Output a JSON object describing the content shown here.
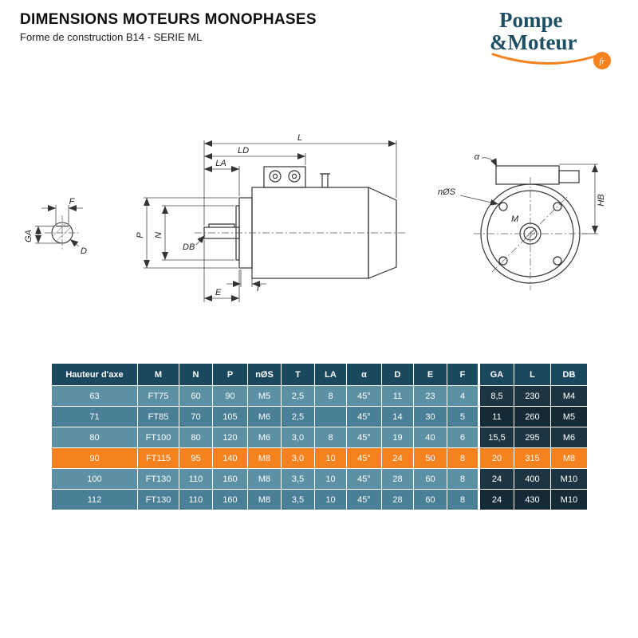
{
  "header": {
    "title": "DIMENSIONS MOTEURS MONOPHASES",
    "subtitle": "Forme de construction B14 - SERIE ML"
  },
  "logo": {
    "line1": "Pompe",
    "line2": "&Moteur",
    "badge": "fr"
  },
  "colors": {
    "accent": "#f5821f",
    "brand_teal": "#1d4e63"
  },
  "diagram": {
    "left_view": {
      "f": "F",
      "ga": "GA",
      "d": "D"
    },
    "side_view": {
      "l": "L",
      "ld": "LD",
      "la": "LA",
      "p": "P",
      "n": "N",
      "db": "DB",
      "t": "T",
      "e": "E"
    },
    "front_view": {
      "alpha": "α",
      "nos": "nØS",
      "m": "M",
      "hb": "HB"
    }
  },
  "table": {
    "headers": [
      "Hauteur d'axe",
      "M",
      "N",
      "P",
      "nØS",
      "T",
      "LA",
      "α",
      "D",
      "E",
      "F",
      "GA",
      "L",
      "DB"
    ],
    "rows": [
      [
        "63",
        "FT75",
        "60",
        "90",
        "M5",
        "2,5",
        "8",
        "45°",
        "11",
        "23",
        "4",
        "8,5",
        "230",
        "M4"
      ],
      [
        "71",
        "FT85",
        "70",
        "105",
        "M6",
        "2,5",
        "",
        "45°",
        "14",
        "30",
        "5",
        "11",
        "260",
        "M5"
      ],
      [
        "80",
        "FT100",
        "80",
        "120",
        "M6",
        "3,0",
        "8",
        "45°",
        "19",
        "40",
        "6",
        "15,5",
        "295",
        "M6"
      ],
      [
        "90",
        "FT115",
        "95",
        "140",
        "M8",
        "3,0",
        "10",
        "45°",
        "24",
        "50",
        "8",
        "20",
        "315",
        "M8"
      ],
      [
        "100",
        "FT130",
        "110",
        "160",
        "M8",
        "3,5",
        "10",
        "45°",
        "28",
        "60",
        "8",
        "24",
        "400",
        "M10"
      ],
      [
        "112",
        "FT130",
        "110",
        "160",
        "M8",
        "3,5",
        "10",
        "45°",
        "28",
        "60",
        "8",
        "24",
        "430",
        "M10"
      ]
    ],
    "highlight_row_index": 3,
    "dark_cols_start": 11,
    "colors": {
      "header_bg": "#19485f",
      "row_light": "#5c90a5",
      "row_dark": "#497f97",
      "dark_col_light": "#1d3542",
      "dark_col_dark": "#142b37"
    }
  }
}
